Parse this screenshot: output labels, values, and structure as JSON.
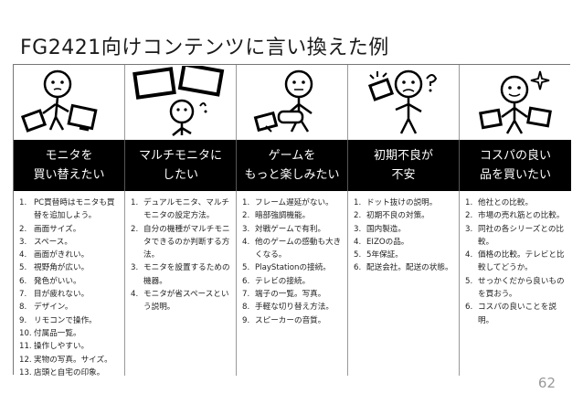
{
  "slide": {
    "title": "FG2421向けコンテンツに言い換えた例",
    "page_number": "62"
  },
  "columns": [
    {
      "icon": "person-with-monitors-icon",
      "header": "モニタを\n買い替えたい",
      "items": [
        "PC買替時はモニタも買替を追加しよう。",
        "画面サイズ。",
        "スペース。",
        "画面がきれい。",
        "視野角が広い。",
        "発色がいい。",
        "目が疲れない。",
        "デザイン。",
        "リモコンで操作。",
        "付属品一覧。",
        "操作しやすい。",
        "実物の写真。サイズ。",
        "店頭と自宅の印象。"
      ]
    },
    {
      "icon": "person-under-dual-monitors-icon",
      "header": "マルチモニタに\nしたい",
      "items": [
        "デュアルモニタ、マルチモニタの設定方法。",
        "自分の機種がマルチモニタできるのか判断する方法。",
        "モニタを設置するための機器。",
        "モニタが省スペースという説明。"
      ]
    },
    {
      "icon": "person-playing-game-icon",
      "header": "ゲームを\nもっと楽しみたい",
      "items": [
        "フレーム遅延がない。",
        "暗部強調機能。",
        "対戦ゲームで有利。",
        "他のゲームの感動も大きくなる。",
        "PlayStationの接続。",
        "テレビの接続。",
        "端子の一覧。写真。",
        "手軽な切り替え方法。",
        "スピーカーの音質。"
      ]
    },
    {
      "icon": "person-with-broken-device-icon",
      "header": "初期不良が\n不安",
      "items": [
        "ドット抜けの説明。",
        "初期不良の対策。",
        "国内製造。",
        "EIZOの品。",
        "5年保証。",
        "配送会社。配送の状態。"
      ]
    },
    {
      "icon": "person-comparing-monitors-icon",
      "header": "コスパの良い\n品を買いたい",
      "items": [
        "他社との比較。",
        "市場の売れ筋との比較。",
        "同社の各シリーズとの比較。",
        "価格の比較。テレビと比較してどうか。",
        "せっかくだから良いものを買おう。",
        "コスパの良いことを説明。"
      ]
    }
  ]
}
